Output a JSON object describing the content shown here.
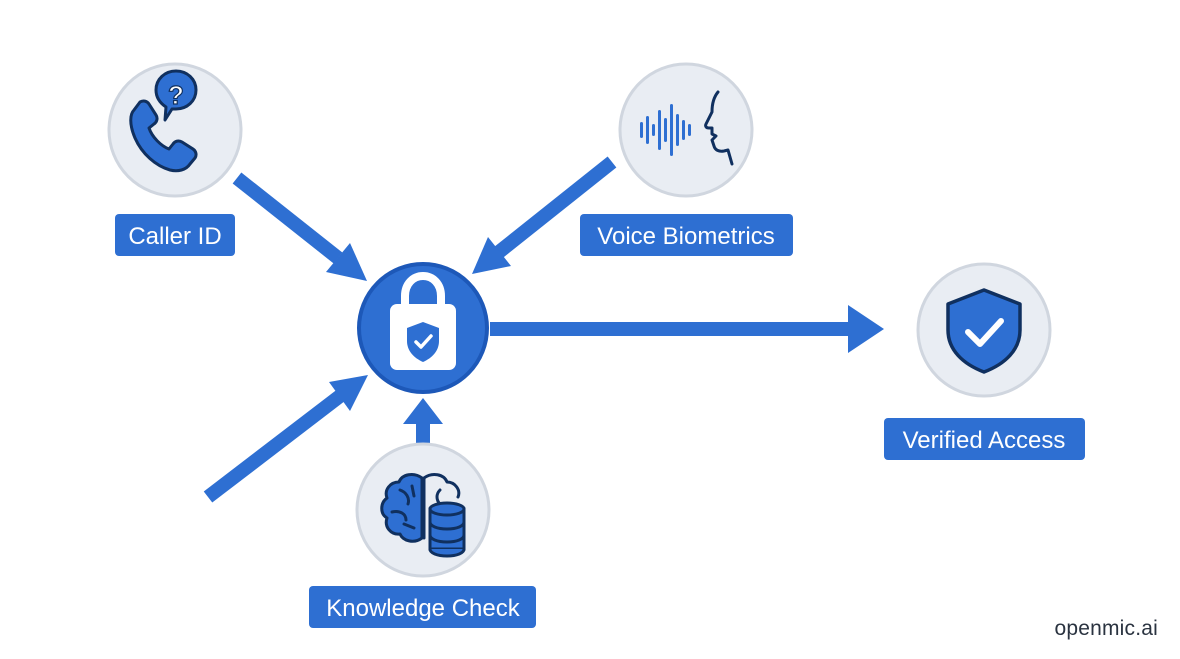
{
  "nodes": {
    "caller_id": {
      "label": "Caller ID",
      "icon": "phone-question-icon"
    },
    "voice_biometrics": {
      "label": "Voice Biometrics",
      "icon": "voice-waveform-icon"
    },
    "knowledge_check": {
      "label": "Knowledge Check",
      "icon": "brain-database-icon"
    },
    "verified_access": {
      "label": "Verified Access",
      "icon": "shield-check-icon"
    },
    "hub": {
      "icon": "lock-shield-icon"
    }
  },
  "watermark": "openmic.ai",
  "colors": {
    "accent": "#2e6fd2",
    "node_fill": "#e9edf3",
    "icon_dark": "#10305f"
  }
}
